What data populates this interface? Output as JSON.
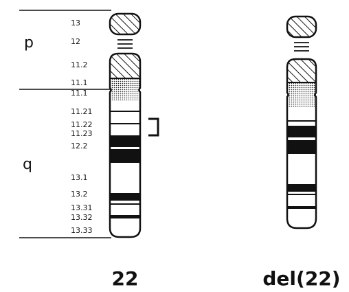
{
  "diagram": {
    "arms": {
      "p": "p",
      "q": "q"
    },
    "band_labels": [
      "13",
      "12",
      "11.2",
      "11.1",
      "11.1",
      "11.21",
      "11.22",
      "11.23",
      "12.2",
      "13.1",
      "13.2",
      "13.31",
      "13.32",
      "13.33"
    ],
    "captions": {
      "normal": "22",
      "deleted": "del(22)"
    }
  }
}
